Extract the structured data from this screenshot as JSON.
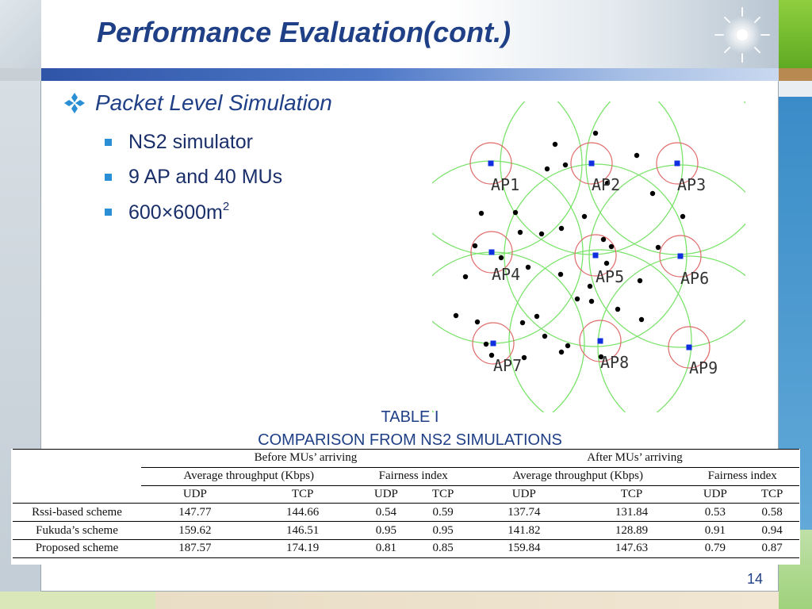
{
  "slide": {
    "title": "Performance Evaluation(cont.)",
    "page_number": "14"
  },
  "bullets": {
    "level1": "Packet Level Simulation",
    "level2": [
      {
        "text": "NS2 simulator"
      },
      {
        "text": "9 AP and 40 MUs"
      },
      {
        "text": "600×600m",
        "sup": "2"
      }
    ]
  },
  "diagram": {
    "ap_labels": [
      "AP1",
      "AP2",
      "AP3",
      "AP4",
      "AP5",
      "AP6",
      "AP7",
      "AP8",
      "AP9"
    ],
    "colors": {
      "coverage": "#7be36b",
      "ap_range": "#e06a6a",
      "ap": "#1030e0",
      "mu": "#000000"
    }
  },
  "table": {
    "caption_line1": "TABLE I",
    "caption_line2": "COMPARISON FROM NS2 SIMULATIONS",
    "group_headers": [
      "Before MUs’ arriving",
      "After MUs’ arriving"
    ],
    "sub_headers": [
      "Average throughput (Kbps)",
      "Fairness index",
      "Average throughput (Kbps)",
      "Fairness index"
    ],
    "protocols": [
      "UDP",
      "TCP",
      "UDP",
      "TCP",
      "UDP",
      "TCP",
      "UDP",
      "TCP"
    ],
    "rows": [
      {
        "scheme": "Rssi-based scheme",
        "values": [
          "147.77",
          "144.66",
          "0.54",
          "0.59",
          "137.74",
          "131.84",
          "0.53",
          "0.58"
        ]
      },
      {
        "scheme": "Fukuda’s scheme",
        "values": [
          "159.62",
          "146.51",
          "0.95",
          "0.95",
          "141.82",
          "128.89",
          "0.91",
          "0.94"
        ]
      },
      {
        "scheme": "Proposed scheme",
        "values": [
          "187.57",
          "174.19",
          "0.81",
          "0.85",
          "159.84",
          "147.63",
          "0.79",
          "0.87"
        ]
      }
    ]
  },
  "theme": {
    "title_color": "#1f3f86",
    "bullet_color": "#2a8fd4"
  }
}
